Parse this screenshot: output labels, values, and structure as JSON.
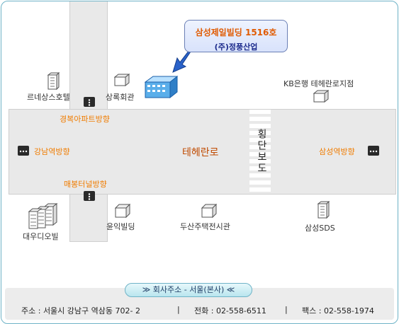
{
  "callout": {
    "line1": "삼성제일빌딩 1516호",
    "line2": "(주)정풍산업"
  },
  "labels": {
    "renaissance_hotel": "르네상스호텔",
    "sangrok_hall": "상록회관",
    "kb_bank": "KB은행 테헤란로지점",
    "gyeongbuk_apt_dir": "경복아파트방향",
    "gangnam_station_dir": "강남역방향",
    "teheran_ro": "테헤란로",
    "crosswalk": "횡단보도",
    "samseong_station_dir": "삼성역방향",
    "maebong_tunnel_dir": "매봉터널방향",
    "daewoo_officetel": "대우디오빌",
    "yunik_building": "윤익빌딩",
    "doosan_housing": "두산주택전시관",
    "samsung_sds": "삼성SDS"
  },
  "footer": {
    "title": "≫ 회사주소 - 서울(본사) ≪",
    "address": "주소 : 서울시 강남구 역삼동 702- 2",
    "sep": "|",
    "phone": "전화 : 02-558-6511",
    "fax": "팩스 : 02-558-1974"
  },
  "colors": {
    "frame": "#6fb3c7",
    "road": "#e9e9e9",
    "orange_label": "#f07c00",
    "callout_title": "#e05a00",
    "callout_sub": "#1c2b8c"
  },
  "icons": [
    "building-icon",
    "subway-exit-icon",
    "pointer-arrow-icon"
  ]
}
